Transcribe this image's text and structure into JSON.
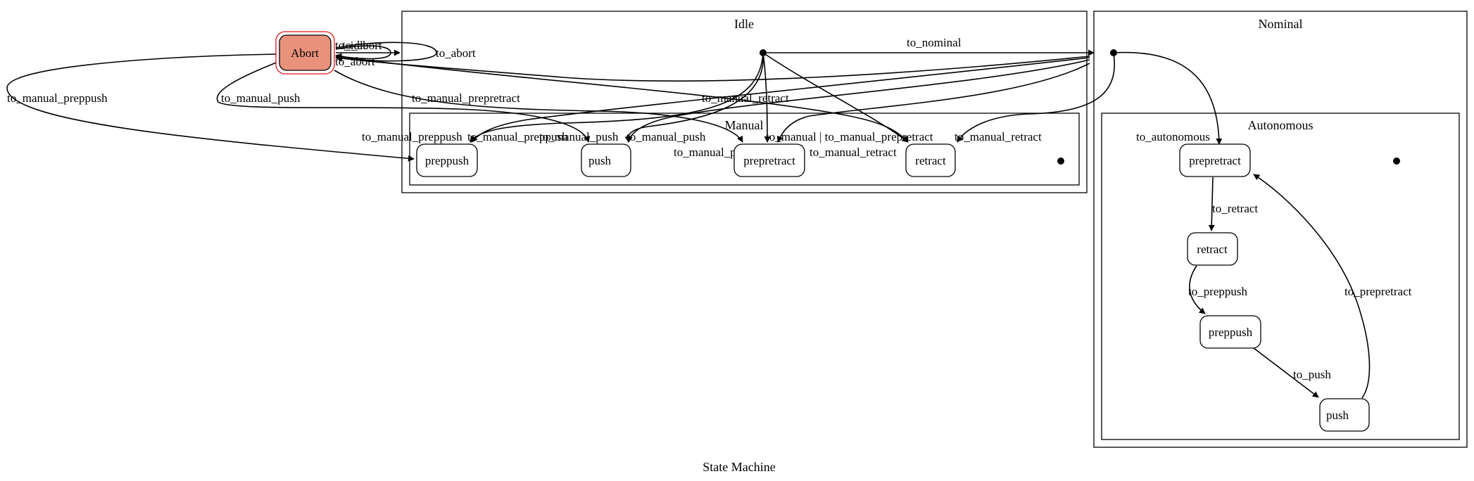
{
  "title": "State Machine",
  "colors": {
    "abort_fill": "#e8927c",
    "abort_border": "#e0161b",
    "line": "#000000"
  },
  "clusters": {
    "idle": "Idle",
    "manual": "Manual",
    "nominal": "Nominal",
    "autonomous": "Autonomous"
  },
  "states": {
    "abort": "Abort",
    "manual_preppush": "preppush",
    "manual_push": "push",
    "manual_prepretract": "prepretract",
    "manual_retract": "retract",
    "auto_prepretract": "prepretract",
    "auto_retract": "retract",
    "auto_preppush": "preppush",
    "auto_push": "push"
  },
  "edge_labels": {
    "abort_to_idle": "to_idle",
    "abort_to_abort_a": "to_abort",
    "abort_to_abort_b": "to_abort",
    "abort_to_abort_c": "to_abort",
    "abort_manual_preppush": "to_manual_preppush",
    "abort_manual_push": "to_manual_push",
    "abort_manual_prepretract": "to_manual_prepretract",
    "abort_manual_retract": "to_manual_retract",
    "idle_to_nominal": "to_nominal",
    "idle_manual_preppush": "to_manual_preppush",
    "idle_manual_push": "to_manual_push",
    "idle_manual_prepretract": "to_manual_prepretract",
    "idle_manual_retract": "to_manual_retract",
    "idle_manual_combo": "to_manual | to_manual_prepretract",
    "nominal_manual_preppush": "to_manual_preppush",
    "nominal_manual_push": "to_manual_push",
    "nominal_manual_retract": "to_manual_retract",
    "to_autonomous": "to_autonomous",
    "to_retract": "to_retract",
    "to_preppush": "to_preppush",
    "to_push": "to_push",
    "to_prepretract": "to_prepretract"
  }
}
